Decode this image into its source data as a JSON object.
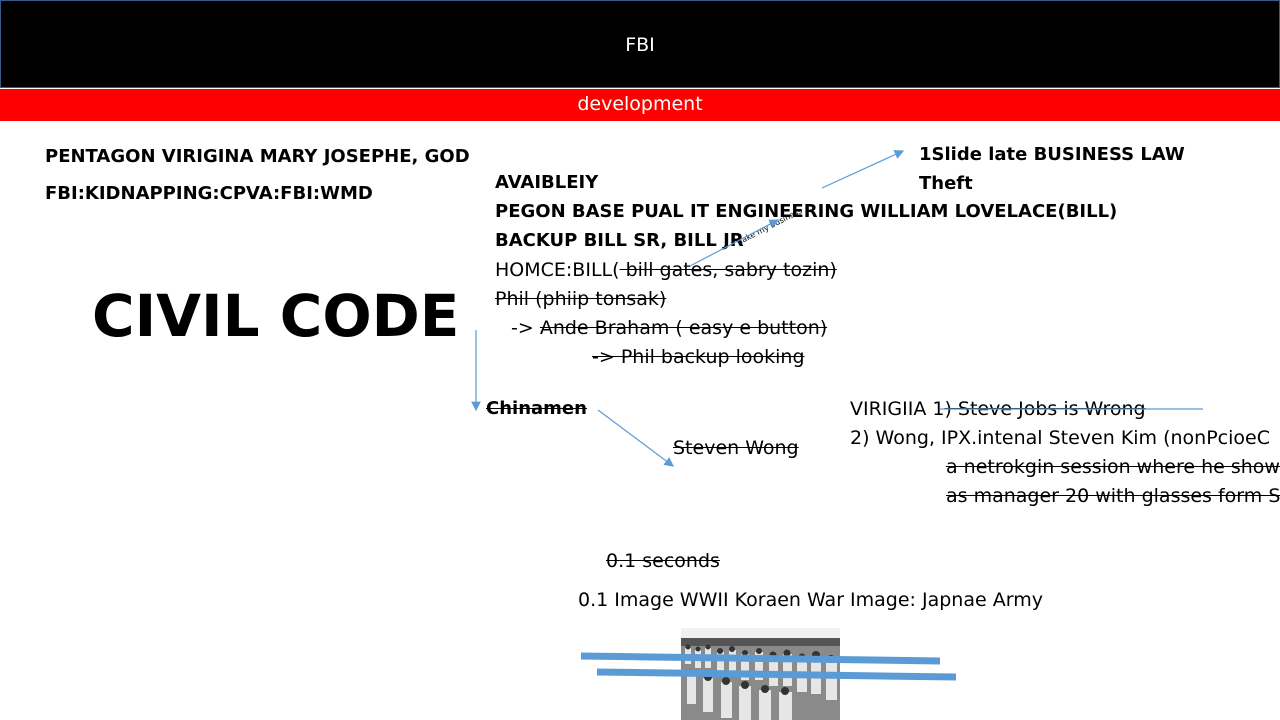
{
  "header": {
    "title": "FBI",
    "subtitle": "development"
  },
  "left": {
    "line1": "PENTAGON VIRIGINA MARY JOSEPHE, GOD",
    "line2": "FBI:KIDNAPPING:CPVA:FBI:WMD",
    "heading": "CIVIL CODE"
  },
  "top_right": {
    "line1": "1Slide late BUSINESS LAW",
    "line2": "Theft"
  },
  "middle": {
    "availability": "AVAIBLEIY",
    "pegon": "PEGON BASE PUAL IT ENGINEERING WILLIAM LOVELACE(BILL)",
    "backup": "BACKUP BILL SR, BILL JR",
    "homce_prefix": "HOMCE:BILL(",
    "homce_struck": " bill gates, sabry tozin)",
    "phil": "Phil   (phiip tonsak)",
    "ande_arrow": "-> ",
    "ande": "Ande Braham ( easy e button)",
    "phil_backup": "-> Phil backup looking",
    "arrow_note": "Take my business"
  },
  "chinamen": "Chinamen",
  "steven_wong": "Steven Wong",
  "virginia": {
    "line1_prefix": "VIRIGIIA 1",
    "line1_struck": ") Steve Jobs is Wrong",
    "line2": "2) Wong, IPX.intenal Steven Kim (nonPcioeC",
    "line3": "a netrokgin session where he show",
    "line4": "as manager 20 with glasses form S"
  },
  "bottom": {
    "seconds": "0.1 seconds",
    "image_caption": "0.1 Image WWII Koraen War Image:  Japnae Army"
  },
  "colors": {
    "header_bg": "#000000",
    "dev_bar": "#ff0000",
    "arrow": "#5b9bd5",
    "overlay_bar": "#5b9bd5"
  }
}
